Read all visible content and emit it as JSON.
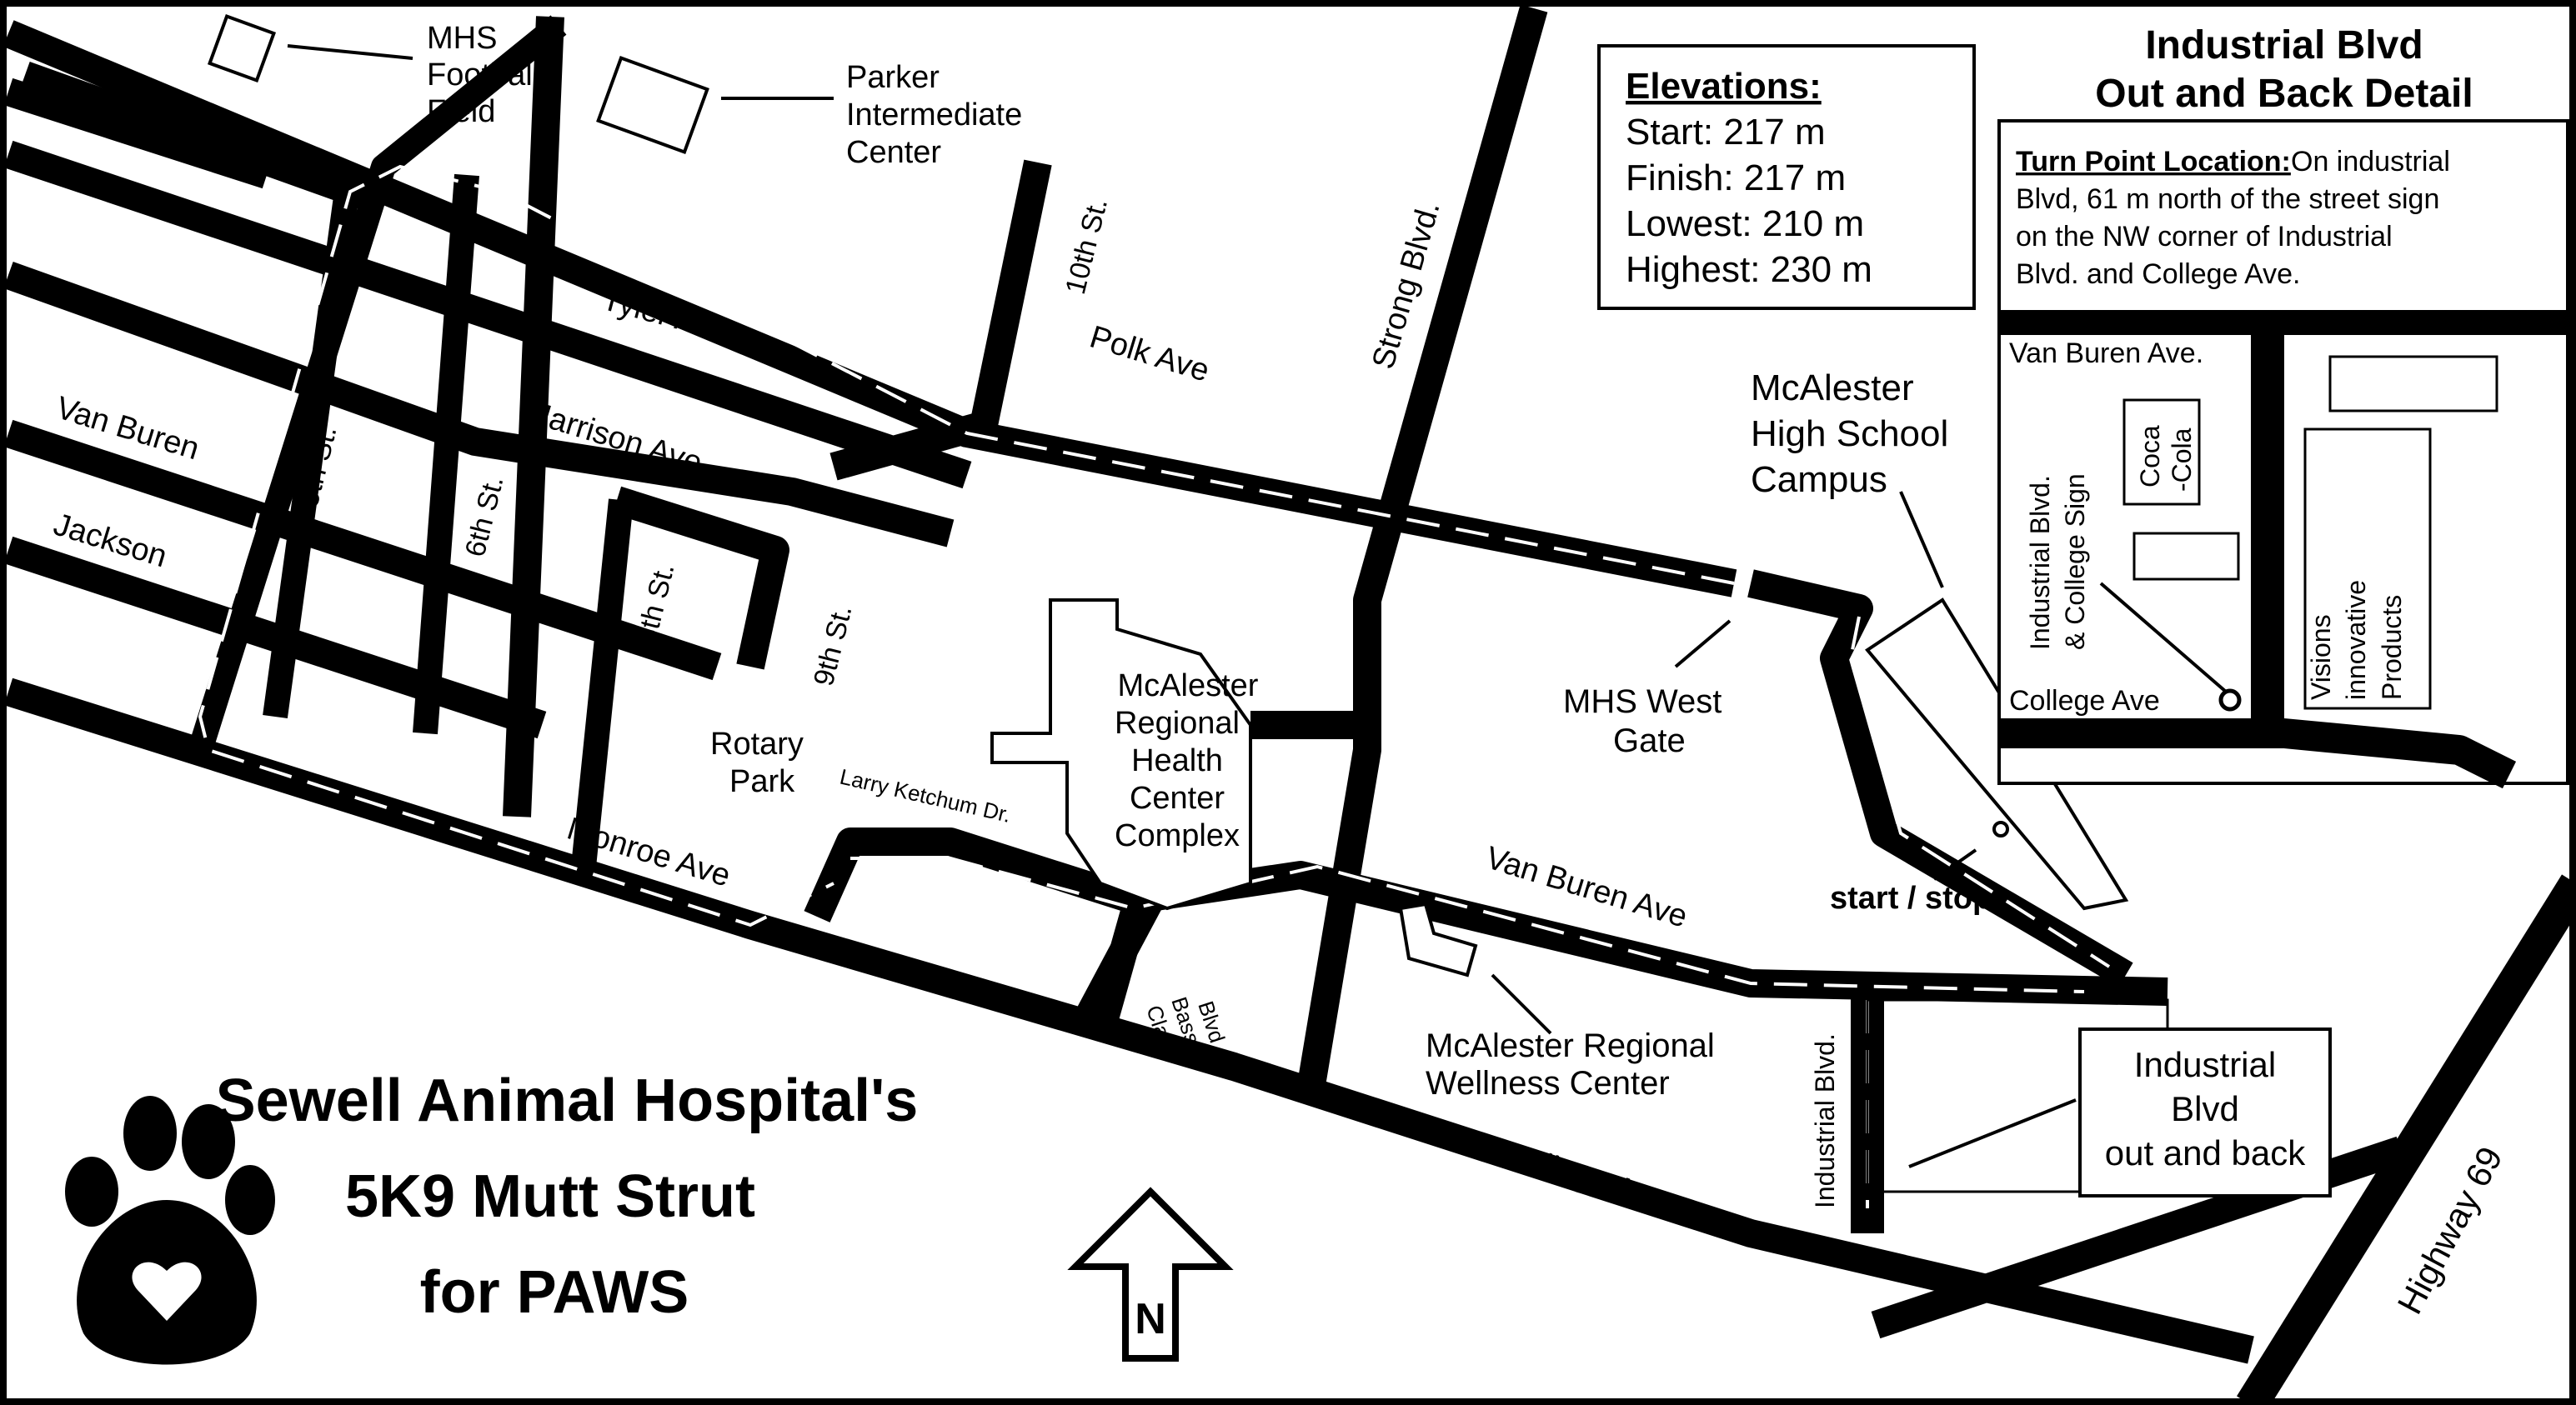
{
  "colors": {
    "road": "#000000",
    "background": "#ffffff",
    "route_marker": "#ffffff"
  },
  "streets": {
    "tyler": "Tyler Ave",
    "polk": "Polk Ave",
    "harrison": "Harrison Ave",
    "van_buren_w": "Van Buren",
    "jackson": "Jackson",
    "monroe": "Monroe Ave",
    "larry_ketchum": "Larry Ketchum Dr.",
    "van_buren_e": "Van Buren Ave",
    "college": "College Ave.",
    "strong": "Strong Blvd.",
    "clark_bass_1": "Clark",
    "clark_bass_2": "Bass",
    "clark_bass_3": "Blvd",
    "industrial": "Industrial Blvd.",
    "highway": "Highway 69",
    "fifth": "5th St.",
    "sixth": "6th St.",
    "eighth": "8th St.",
    "ninth": "9th St.",
    "tenth": "10th St."
  },
  "places": {
    "football_1": "MHS",
    "football_2": "Football",
    "football_3": "Field",
    "parker_1": "Parker",
    "parker_2": "Intermediate",
    "parker_3": "Center",
    "rotary_1": "Rotary",
    "rotary_2": "Park",
    "hospital_1": "McAlester",
    "hospital_2": "Regional",
    "hospital_3": "Health",
    "hospital_4": "Center",
    "hospital_5": "Complex",
    "hs_1": "McAlester",
    "hs_2": "High School",
    "hs_3": "Campus",
    "gate_1": "MHS West",
    "gate_2": "Gate",
    "wellness_1": "McAlester Regional",
    "wellness_2": "Wellness Center",
    "start_stop": "start / stop"
  },
  "elevations": {
    "title": "Elevations:",
    "start": "Start: 217 m",
    "finish": "Finish: 217 m",
    "lowest": "Lowest: 210 m",
    "highest": "Highest: 230 m"
  },
  "detail": {
    "title_1": "Industrial Blvd",
    "title_2": "Out and Back Detail",
    "turn_heading": "Turn Point Location:",
    "turn_1": " On industrial",
    "turn_2": "Blvd, 61 m north of the street sign",
    "turn_3": "on the NW corner of Industrial",
    "turn_4": "Blvd. and College Ave.",
    "van_buren": "Van Buren Ave.",
    "college": "College Ave",
    "sign_1": "Industrial Blvd.",
    "sign_2": "& College Sign",
    "coca_1": "Coca",
    "coca_2": "-Cola",
    "visions_1": "Visions",
    "visions_2": "innovative",
    "visions_3": "Products"
  },
  "out_back": {
    "line1": "Industrial",
    "line2": "Blvd",
    "line3": "out and back"
  },
  "event": {
    "line1": "Sewell Animal Hospital's",
    "line2": "5K9 Mutt Strut",
    "line3": "for PAWS"
  },
  "north": "N",
  "icons": {
    "paw": "paw-heart-icon",
    "north_arrow": "north-arrow-icon"
  }
}
